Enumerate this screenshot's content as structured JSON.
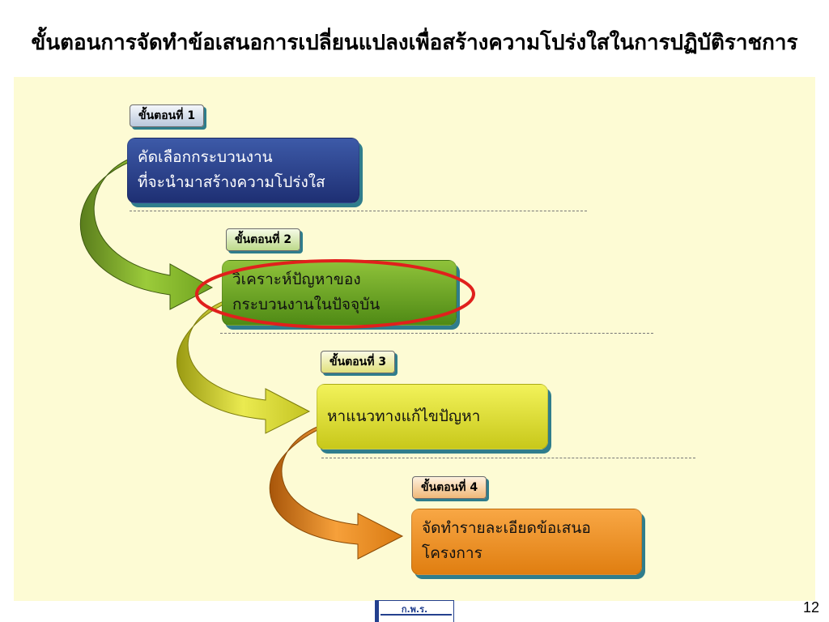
{
  "title": "ขั้นตอนการจัดทำข้อเสนอการเปลี่ยนแปลงเพื่อสร้างความโปร่งใสในการปฏิบัติราชการ",
  "steps": [
    {
      "tag": "ขั้นตอนที่ 1",
      "line1": "คัดเลือกกระบวนงาน",
      "line2": "ที่จะนำมาสร้างความโปร่งใส",
      "color": "#2a3f8f"
    },
    {
      "tag": "ขั้นตอนที่ 2",
      "line1": "วิเคราะห์ปัญหาของ",
      "line2": "กระบวนงานในปัจจุบัน",
      "color": "#6aa526",
      "highlighted": true
    },
    {
      "tag": "ขั้นตอนที่ 3",
      "line1": "หาแนวทางแก้ไขปัญหา",
      "line2": "",
      "color": "#e4e43a"
    },
    {
      "tag": "ขั้นตอนที่ 4",
      "line1": "จัดทำรายละเอียดข้อเสนอ",
      "line2": "โครงการ",
      "color": "#f29a2e"
    }
  ],
  "footer": {
    "logo_text": "ก.พ.ร.",
    "page_number": "12"
  },
  "colors": {
    "panel_bg": "#fdfbd4",
    "highlight": "#e0201c",
    "shadow": "#2f7d8c"
  }
}
